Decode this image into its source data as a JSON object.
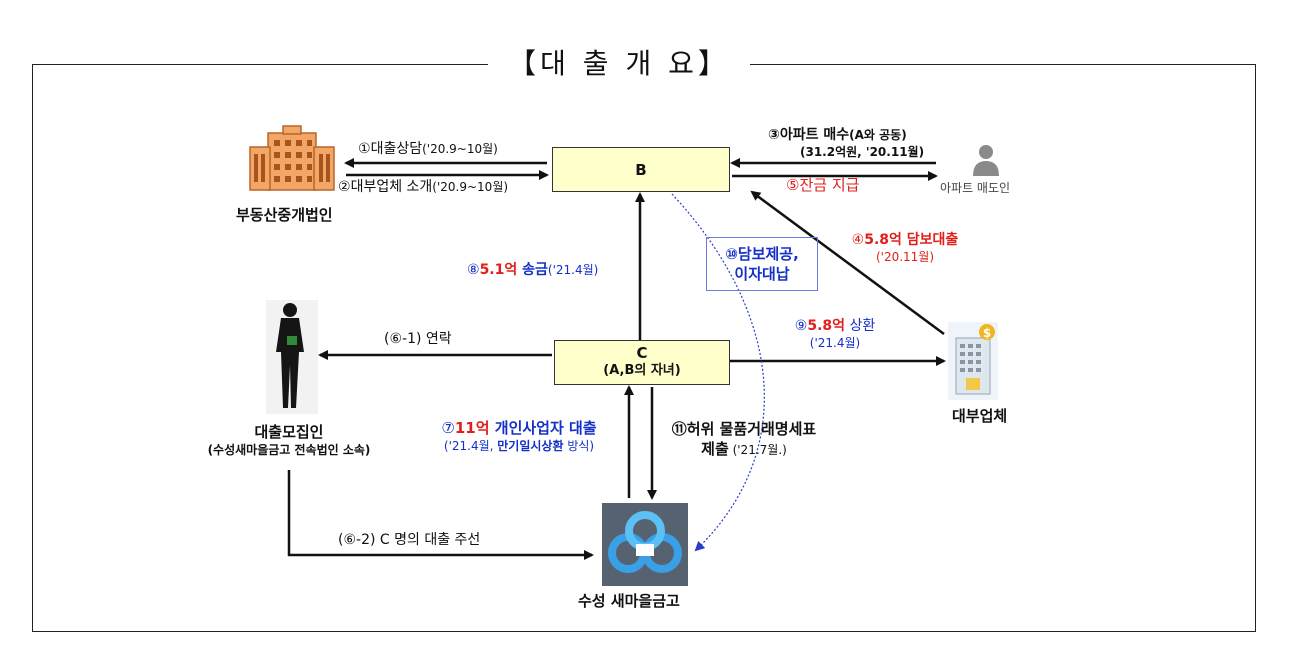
{
  "title": "【대 출 개 요】",
  "nodes": {
    "b": {
      "label": "B"
    },
    "c": {
      "label": "C",
      "sub": "(A,B의 자녀)"
    }
  },
  "entities": {
    "broker": "부동산중개법인",
    "seller": "아파트 매도인",
    "lender": "대부업체",
    "recruiter": "대출모집인",
    "recruiter_sub": "(수성새마을금고 전속법인 소속)",
    "bank": "수성 새마을금고"
  },
  "edges": {
    "e1": {
      "num": "①",
      "text": "대출상담",
      "date": "('20.9~10월)"
    },
    "e2": {
      "num": "②",
      "text": "대부업체 소개",
      "date": "('20.9~10월)"
    },
    "e3": {
      "line1a": "③아파트 매수",
      "line1b": "(A와 공동)",
      "line2": "(31.2억원, '20.11월)"
    },
    "e4": {
      "num": "④",
      "amount": "5.8억",
      "text": " 담보대출",
      "date": "('20.11월)"
    },
    "e5": {
      "text": "⑤잔금 지급"
    },
    "e6a": {
      "text": "(⑥-1) 연락"
    },
    "e6b": {
      "text": "(⑥-2) C 명의 대출 주선"
    },
    "e7": {
      "num": "⑦",
      "amount": "11억",
      "text": " 개인사업자 대출",
      "date_pre": "('21.4월, ",
      "date_bold": "만기일시상환",
      "date_post": " 방식)"
    },
    "e8": {
      "num": "⑧",
      "amount": "5.1억",
      "text": " 송금",
      "date": "('21.4월)"
    },
    "e9": {
      "num": "⑨",
      "amount": "5.8억",
      "text": " 상환",
      "date": "('21.4월)"
    },
    "e10": {
      "line1": "⑩담보제공,",
      "line2": "이자대납"
    },
    "e11": {
      "line1": "⑪허위 물품거래명세표",
      "line2a": "제출",
      "line2b": " ('21.7월.)"
    }
  },
  "colors": {
    "node_fill": "#ffffcc",
    "red": "#e0201b",
    "blue": "#1530c8",
    "building": "#f2a766"
  },
  "icons": [
    "office-building-icon",
    "person-icon",
    "businessman-icon",
    "loan-company-icon",
    "saemaul-bank-logo-icon"
  ]
}
